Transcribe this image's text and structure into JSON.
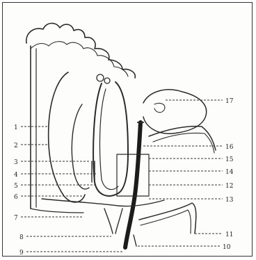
{
  "diagram": {
    "callout_numbers": {
      "n1": "1",
      "n2": "2",
      "n3": "3",
      "n4": "4",
      "n5": "5",
      "n6": "6",
      "n7": "7",
      "n8": "8",
      "n9": "9",
      "n10": "10",
      "n11": "11",
      "n12": "12",
      "n13": "13",
      "n14": "14",
      "n15": "15",
      "n16": "16",
      "n17": "17"
    }
  }
}
